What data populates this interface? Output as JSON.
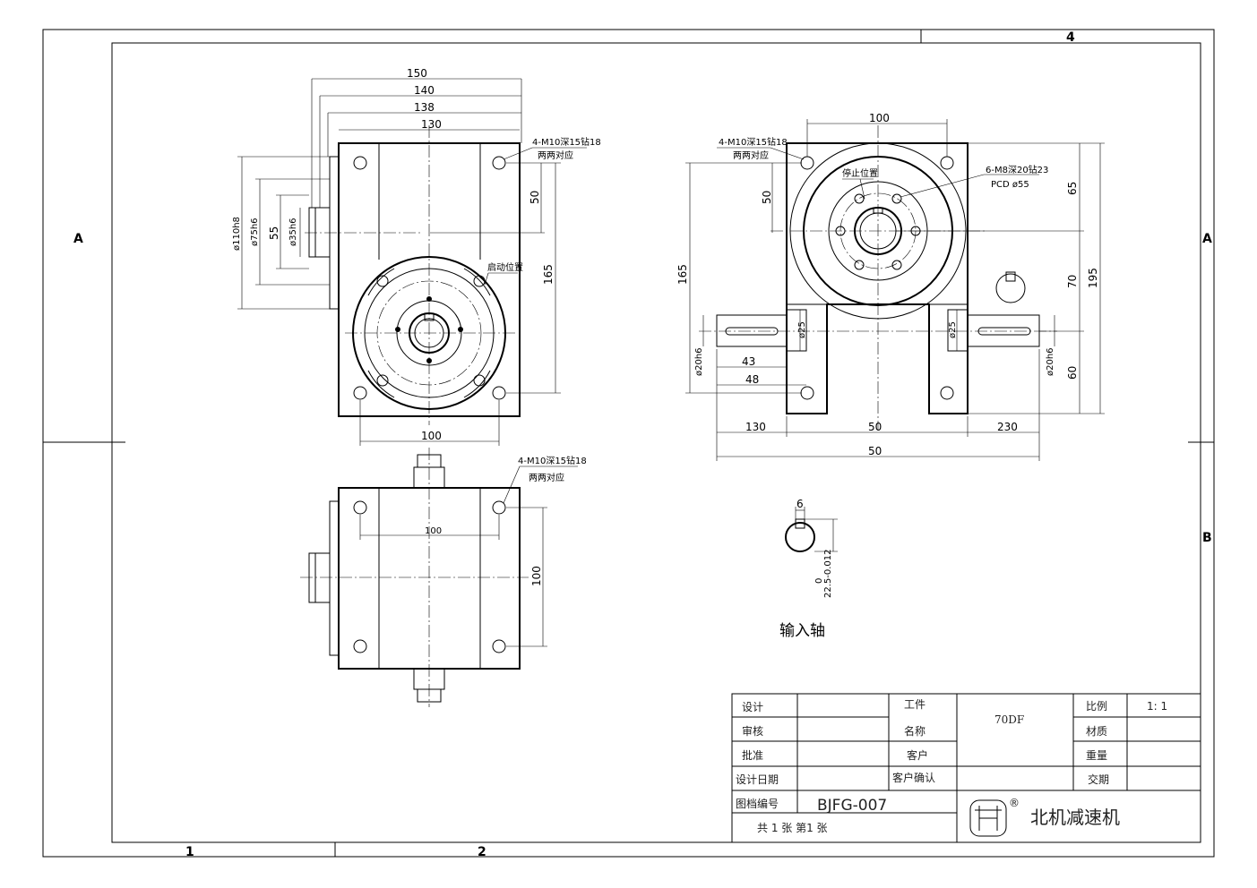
{
  "border": {
    "zones_top": [
      "4"
    ],
    "zones_bottom": [
      "1",
      "2"
    ],
    "zones_left": [
      "A"
    ],
    "zones_right": [
      "A",
      "B"
    ]
  },
  "front_view": {
    "dims": [
      "150",
      "140",
      "138",
      "130",
      "50",
      "165",
      "100",
      "ø110h8",
      "ø75h6",
      "55",
      "ø35h6"
    ],
    "note_bolt": "4-M10深15钻18",
    "note_bolt_sub": "两两对应",
    "note_start": "启动位置"
  },
  "side_view": {
    "dims": [
      "100",
      "50",
      "165",
      "65",
      "70",
      "195",
      "60",
      "ø25",
      "ø25",
      "ø20h6",
      "ø20h6",
      "43",
      "48",
      "50",
      "130",
      "50",
      "230"
    ],
    "note_bolt": "4-M10深15钻18",
    "note_bolt_sub": "两两对应",
    "note_stop": "停止位置",
    "note_holes": "6-M8深20钻23",
    "note_pcd": "PCD ø55"
  },
  "bottom_view": {
    "dims": [
      "100",
      "100"
    ],
    "note_bolt": "4-M10深15钻18",
    "note_bolt_sub": "两两对应"
  },
  "shaft_section": {
    "dim_key": "6",
    "dim_depth": "22.5-0.012",
    "dim_tol_top": "0",
    "label": "输入轴"
  },
  "title_block": {
    "design": "设计",
    "review": "审核",
    "approve": "批准",
    "design_date": "设计日期",
    "work": "工件",
    "name": "名称",
    "customer": "客户",
    "customer_confirm": "客户确认",
    "product": "70DF",
    "scale_label": "比例",
    "scale_value": "1: 1",
    "material": "材质",
    "weight": "重量",
    "delivery": "交期",
    "drawing_no_label": "图档编号",
    "drawing_no": "BJFG-007",
    "sheets": "共 1 张 第1 张",
    "company": "北机减速机",
    "registered": "®"
  }
}
